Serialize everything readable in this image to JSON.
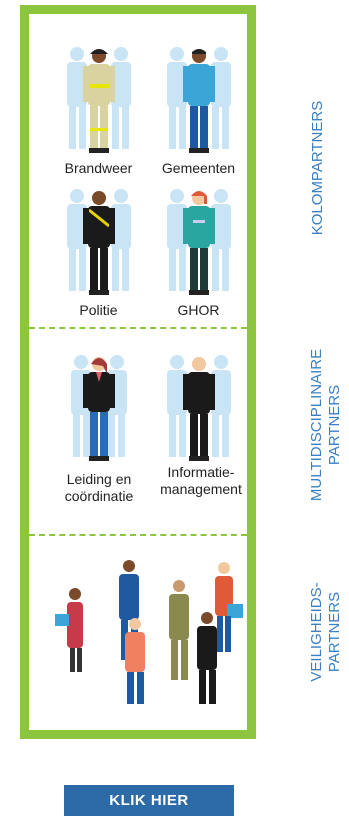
{
  "kolom": {
    "title": "KOLOMPARTNERS",
    "items": [
      {
        "label": "Brandweer"
      },
      {
        "label": "Gemeenten"
      },
      {
        "label": "Politie"
      },
      {
        "label": "GHOR"
      }
    ]
  },
  "multi": {
    "title_line1": "MULTIDISCIPLINAIRE",
    "title_line2": "PARTNERS",
    "items": [
      {
        "label_line1": "Leiding en",
        "label_line2": "coördinatie"
      },
      {
        "label_line1": "Informatie-",
        "label_line2": "management"
      }
    ]
  },
  "veilig": {
    "title_line1": "VEILIGHEIDS-",
    "title_line2": "PARTNERS"
  },
  "button": {
    "label": "KLIK HIER"
  },
  "colors": {
    "frame": "#8cc63f",
    "side_text": "#3a7fc4",
    "button_bg": "#2c6aa8",
    "ghost": "#c9e4f5"
  }
}
